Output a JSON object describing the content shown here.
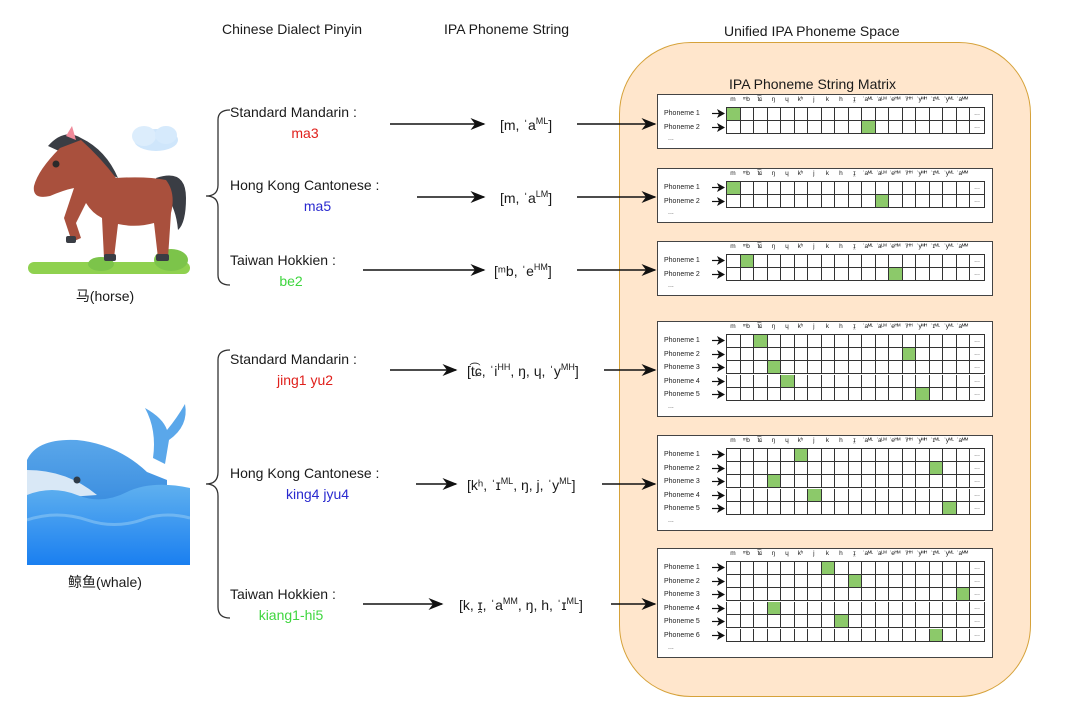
{
  "headers": {
    "pinyin_column": "Chinese Dialect Pinyin",
    "ipa_column": "IPA Phoneme String",
    "space_column": "Unified IPA Phoneme Space",
    "matrix_title": "IPA Phoneme String Matrix"
  },
  "colors": {
    "mandarin": "#e0201c",
    "cantonese": "#2a2acf",
    "hokkien": "#3fd63f",
    "active_cell": "#8cc96a",
    "space_fill": "#ffe6cc",
    "space_border": "#d6a23a"
  },
  "phoneme_columns": [
    "m",
    "ᵐb",
    "t͡ɕ",
    "ŋ",
    "ɥ",
    "kʰ",
    "j",
    "k",
    "h",
    "ɪ̯",
    "ˈaᴹᴸ",
    "ˈaᴸᴹ",
    "ˈeᴴᴹ",
    "ˈiᴴᴴ",
    "ˈyᴹᴴ",
    "ˈɪᴹᴸ",
    "ˈyᴹᴸ",
    "ˈaᴹᴹ",
    ""
  ],
  "more_marker": "...",
  "words": [
    {
      "caption": "马(horse)",
      "image": "horse-illustration",
      "entries": [
        {
          "dialect": "Standard Mandarin :",
          "pinyin": "ma3",
          "color_key": "mandarin",
          "ipa_parts": [
            {
              "t": "[m, ˈa"
            },
            {
              "s": "ML"
            },
            {
              "t": "]"
            }
          ],
          "active_columns": [
            0,
            10
          ]
        },
        {
          "dialect": "Hong Kong Cantonese :",
          "pinyin": "ma5",
          "color_key": "cantonese",
          "ipa_parts": [
            {
              "t": "[m, ˈa"
            },
            {
              "s": "LM"
            },
            {
              "t": "]"
            }
          ],
          "active_columns": [
            0,
            11
          ]
        },
        {
          "dialect": "Taiwan Hokkien :",
          "pinyin": "be2",
          "color_key": "hokkien",
          "ipa_parts": [
            {
              "t": "[ᵐb, ˈe"
            },
            {
              "s": "HM"
            },
            {
              "t": "]"
            }
          ],
          "active_columns": [
            1,
            12
          ]
        }
      ]
    },
    {
      "caption": "鲸鱼(whale)",
      "image": "whale-illustration",
      "entries": [
        {
          "dialect": "Standard Mandarin :",
          "pinyin": "jing1 yu2",
          "color_key": "mandarin",
          "ipa_parts": [
            {
              "t": "[t͡ɕ, ˈi"
            },
            {
              "s": "HH"
            },
            {
              "t": ", ŋ, ɥ, ˈy"
            },
            {
              "s": "MH"
            },
            {
              "t": "]"
            }
          ],
          "active_columns": [
            2,
            13,
            3,
            4,
            14
          ]
        },
        {
          "dialect": "Hong Kong Cantonese :",
          "pinyin": "king4 jyu4",
          "color_key": "cantonese",
          "ipa_parts": [
            {
              "t": "[kʰ, ˈɪ"
            },
            {
              "s": "ML"
            },
            {
              "t": ", ŋ, j, ˈy"
            },
            {
              "s": "ML"
            },
            {
              "t": "]"
            }
          ],
          "active_columns": [
            5,
            15,
            3,
            6,
            16
          ]
        },
        {
          "dialect": "Taiwan Hokkien :",
          "pinyin": "kiang1-hi5",
          "color_key": "hokkien",
          "ipa_parts": [
            {
              "t": "[k, ɪ̯, ˈa"
            },
            {
              "s": "MM"
            },
            {
              "t": ", ŋ, h, ˈɪ"
            },
            {
              "s": "ML"
            },
            {
              "t": "]"
            }
          ],
          "active_columns": [
            7,
            9,
            17,
            3,
            8,
            15
          ]
        }
      ]
    }
  ],
  "row_label_prefix": "Phoneme",
  "row_more_marker": "..."
}
